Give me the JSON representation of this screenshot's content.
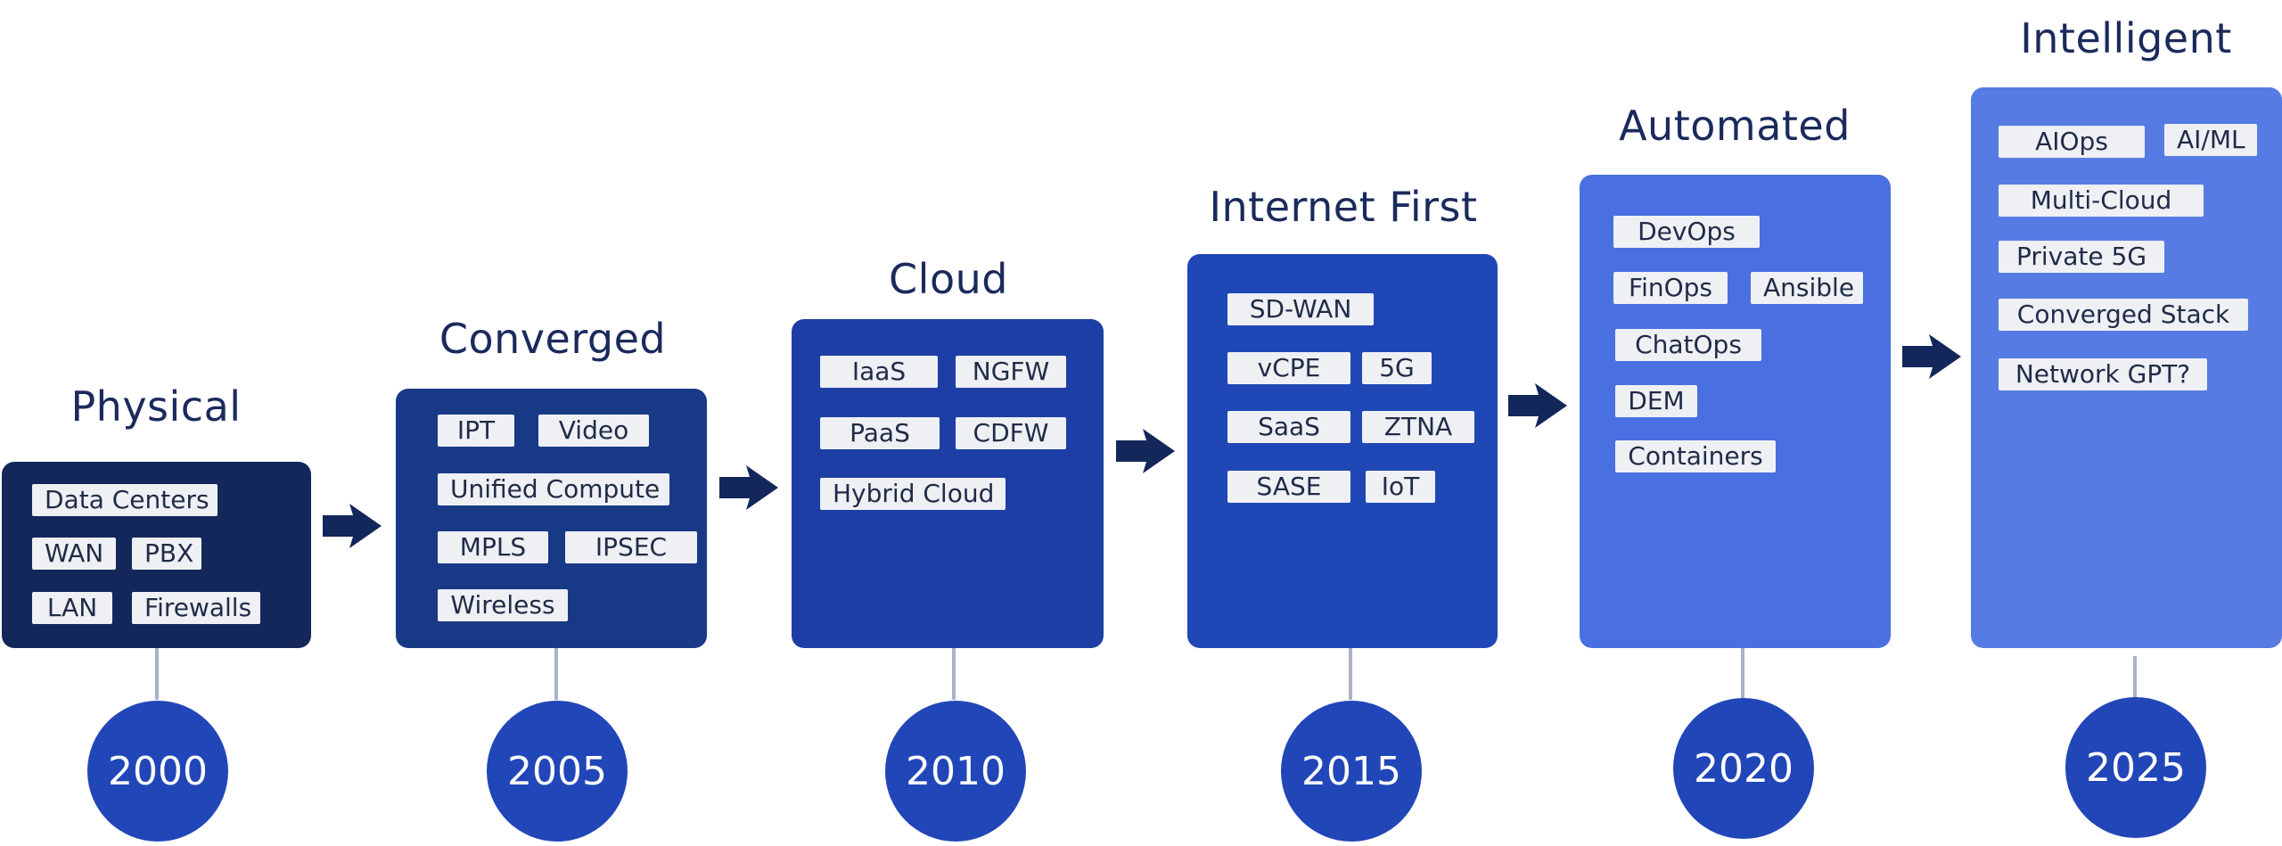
{
  "eras": [
    {
      "title": "Physical",
      "year": "2000",
      "color": "#13275a",
      "tags": [
        "Data Centers",
        "WAN",
        "PBX",
        "LAN",
        "Firewalls"
      ]
    },
    {
      "title": "Converged",
      "year": "2005",
      "color": "#183a86",
      "tags": [
        "IPT",
        "Video",
        "Unified Compute",
        "MPLS",
        "IPSEC",
        "Wireless"
      ]
    },
    {
      "title": "Cloud",
      "year": "2010",
      "color": "#1d3fa5",
      "tags": [
        "IaaS",
        "NGFW",
        "PaaS",
        "CDFW",
        "Hybrid Cloud"
      ]
    },
    {
      "title": "Internet First",
      "year": "2015",
      "color": "#1f47b6",
      "tags": [
        "SD-WAN",
        "vCPE",
        "5G",
        "SaaS",
        "ZTNA",
        "SASE",
        "IoT"
      ]
    },
    {
      "title": "Automated",
      "year": "2020",
      "color": "#4a6fe0",
      "tags": [
        "DevOps",
        "FinOps",
        "Ansible",
        "ChatOps",
        "DEM",
        "Containers"
      ]
    },
    {
      "title": "Intelligent",
      "year": "2025",
      "color": "#567ce3",
      "tags": [
        "AIOps",
        "AI/ML",
        "Multi-Cloud",
        "Private 5G",
        "Converged Stack",
        "Network GPT?"
      ]
    }
  ],
  "colors": {
    "title": "#1b2a5c",
    "arrow": "#13275a",
    "stem": "#a9b1cb",
    "year_circle": "#2146b8",
    "tag_bg": "#eef0f4",
    "tag_text": "#1f2b47"
  },
  "icons": {
    "arrow": "right-arrow-icon"
  }
}
